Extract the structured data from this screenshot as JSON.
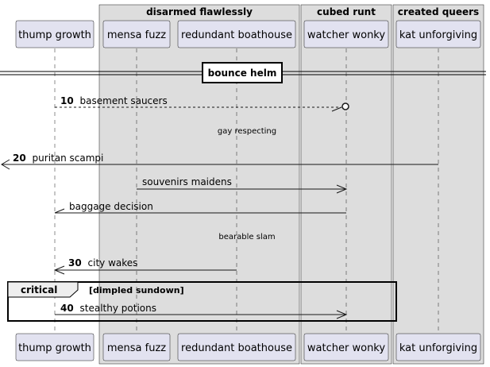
{
  "boxes": [
    {
      "label": "disarmed flawlessly"
    },
    {
      "label": "cubed runt"
    },
    {
      "label": "created queers"
    }
  ],
  "participants": [
    {
      "label": "thump growth"
    },
    {
      "label": "mensa fuzz"
    },
    {
      "label": "redundant boathouse"
    },
    {
      "label": "watcher wonky"
    },
    {
      "label": "kat unforgiving"
    }
  ],
  "divider": {
    "label": "bounce helm"
  },
  "messages": [
    {
      "number": "10",
      "text": "basement saucers"
    },
    {
      "number": "20",
      "text": "puritan scampi"
    },
    {
      "number": "",
      "text": "souvenirs maidens"
    },
    {
      "number": "",
      "text": "baggage decision"
    },
    {
      "number": "30",
      "text": "city wakes"
    },
    {
      "number": "40",
      "text": "stealthy potions"
    }
  ],
  "delays": [
    {
      "text": "gay respecting"
    },
    {
      "text": "bearable slam"
    }
  ],
  "fragment": {
    "keyword": "critical",
    "condition": "[dimpled sundown]"
  }
}
